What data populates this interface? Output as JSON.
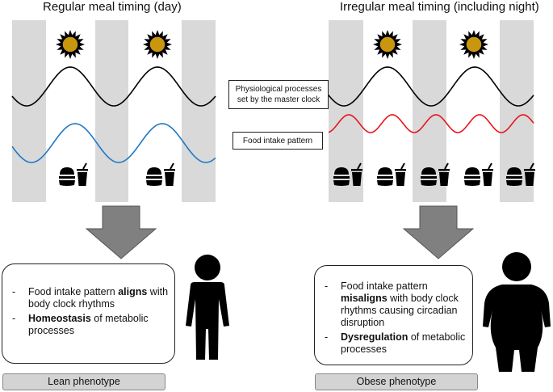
{
  "left_panel": {
    "title": "Regular meal timing (day)",
    "outcome": {
      "item1": {
        "prefix": "Food intake pattern ",
        "bold": "aligns",
        "suffix": " with body clock rhythms"
      },
      "item2": {
        "prefix": "",
        "bold": "Homeostasis",
        "suffix": " of metabolic processes"
      }
    },
    "phenotype_label": "Lean phenotype"
  },
  "right_panel": {
    "title": "Irregular meal timing (including night)",
    "outcome": {
      "item1": {
        "prefix": "Food intake pattern ",
        "bold": "misaligns",
        "suffix": " with body clock rhythms causing circadian disruption"
      },
      "item2": {
        "prefix": "",
        "bold": "Dysregulation",
        "suffix": " of metabolic processes"
      }
    },
    "phenotype_label": "Obese phenotype"
  },
  "legend": {
    "physiological": "Physiological processes set by the master clock",
    "food_intake": "Food intake pattern"
  },
  "colors": {
    "night_band": "#d9d9d9",
    "master_clock_wave": "#000000",
    "regular_food_wave": "#1f78c8",
    "irregular_food_wave": "#e8141b",
    "sun": "#c9960f",
    "arrow": "#808080",
    "phenotype_bg": "#d3d3d3"
  },
  "icons": {
    "sun": "sun-icon",
    "meal": "burger-and-drink-icon",
    "person": "person-silhouette-icon"
  }
}
